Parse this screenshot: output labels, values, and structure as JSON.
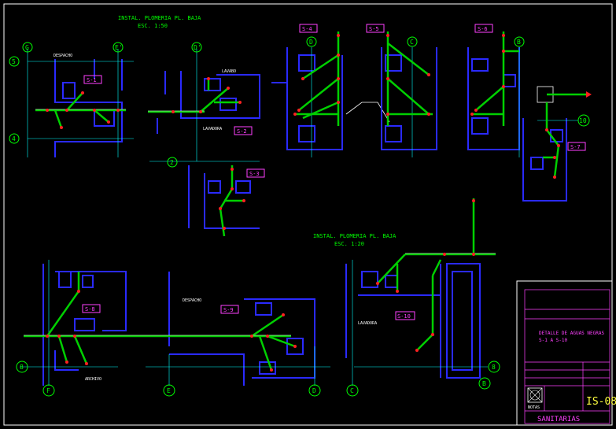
{
  "titles": {
    "upper_title": "INSTAL. PLOMERIA PL. BAJA",
    "upper_scale": "ESC. 1:50",
    "lower_title": "INSTAL. PLOMERIA PL. BAJA",
    "lower_scale": "ESC. 1:20"
  },
  "details": [
    "S-1",
    "S-2",
    "S-3",
    "S-4",
    "S-5",
    "S-6",
    "S-7",
    "S-8",
    "S-9",
    "S-10"
  ],
  "axes": {
    "G": "G",
    "E_prime_1": "E'",
    "D_prime": "D'",
    "D_1": "D",
    "C_1": "C",
    "B_1": "B",
    "F": "F",
    "E": "E",
    "D_2": "D",
    "C_2": "C",
    "B_2": "B",
    "n5": "5",
    "n4": "4",
    "n2": "2",
    "n10": "10",
    "n8a": "8",
    "n8b": "8"
  },
  "room_labels": {
    "despacho_1": "DESPACHO",
    "lavabo": "LAVABO",
    "lavadora": "LAVADORA",
    "despacho_2": "DESPACHO",
    "lavadora_2": "LAVADORA",
    "archivo": "ARCHIVO"
  },
  "title_block": {
    "description": "DETALLE DE AGUAS NEGRAS",
    "description_range": "S-1 A S-10",
    "sheet_code": "IS-08",
    "footer": "SANITARIAS",
    "label_notes": "NOTAS"
  },
  "colors": {
    "background": "#000000",
    "walls": "#2a2aff",
    "pipe": "#00d000",
    "pipe_highlight": "#ffffff",
    "detail_label": "#ff40ff",
    "title_text": "#00ff00",
    "axis_circle": "#00ff00",
    "axis_line": "#00ffff",
    "fittings": "#ff2020",
    "sheet_code": "#ffff40"
  }
}
